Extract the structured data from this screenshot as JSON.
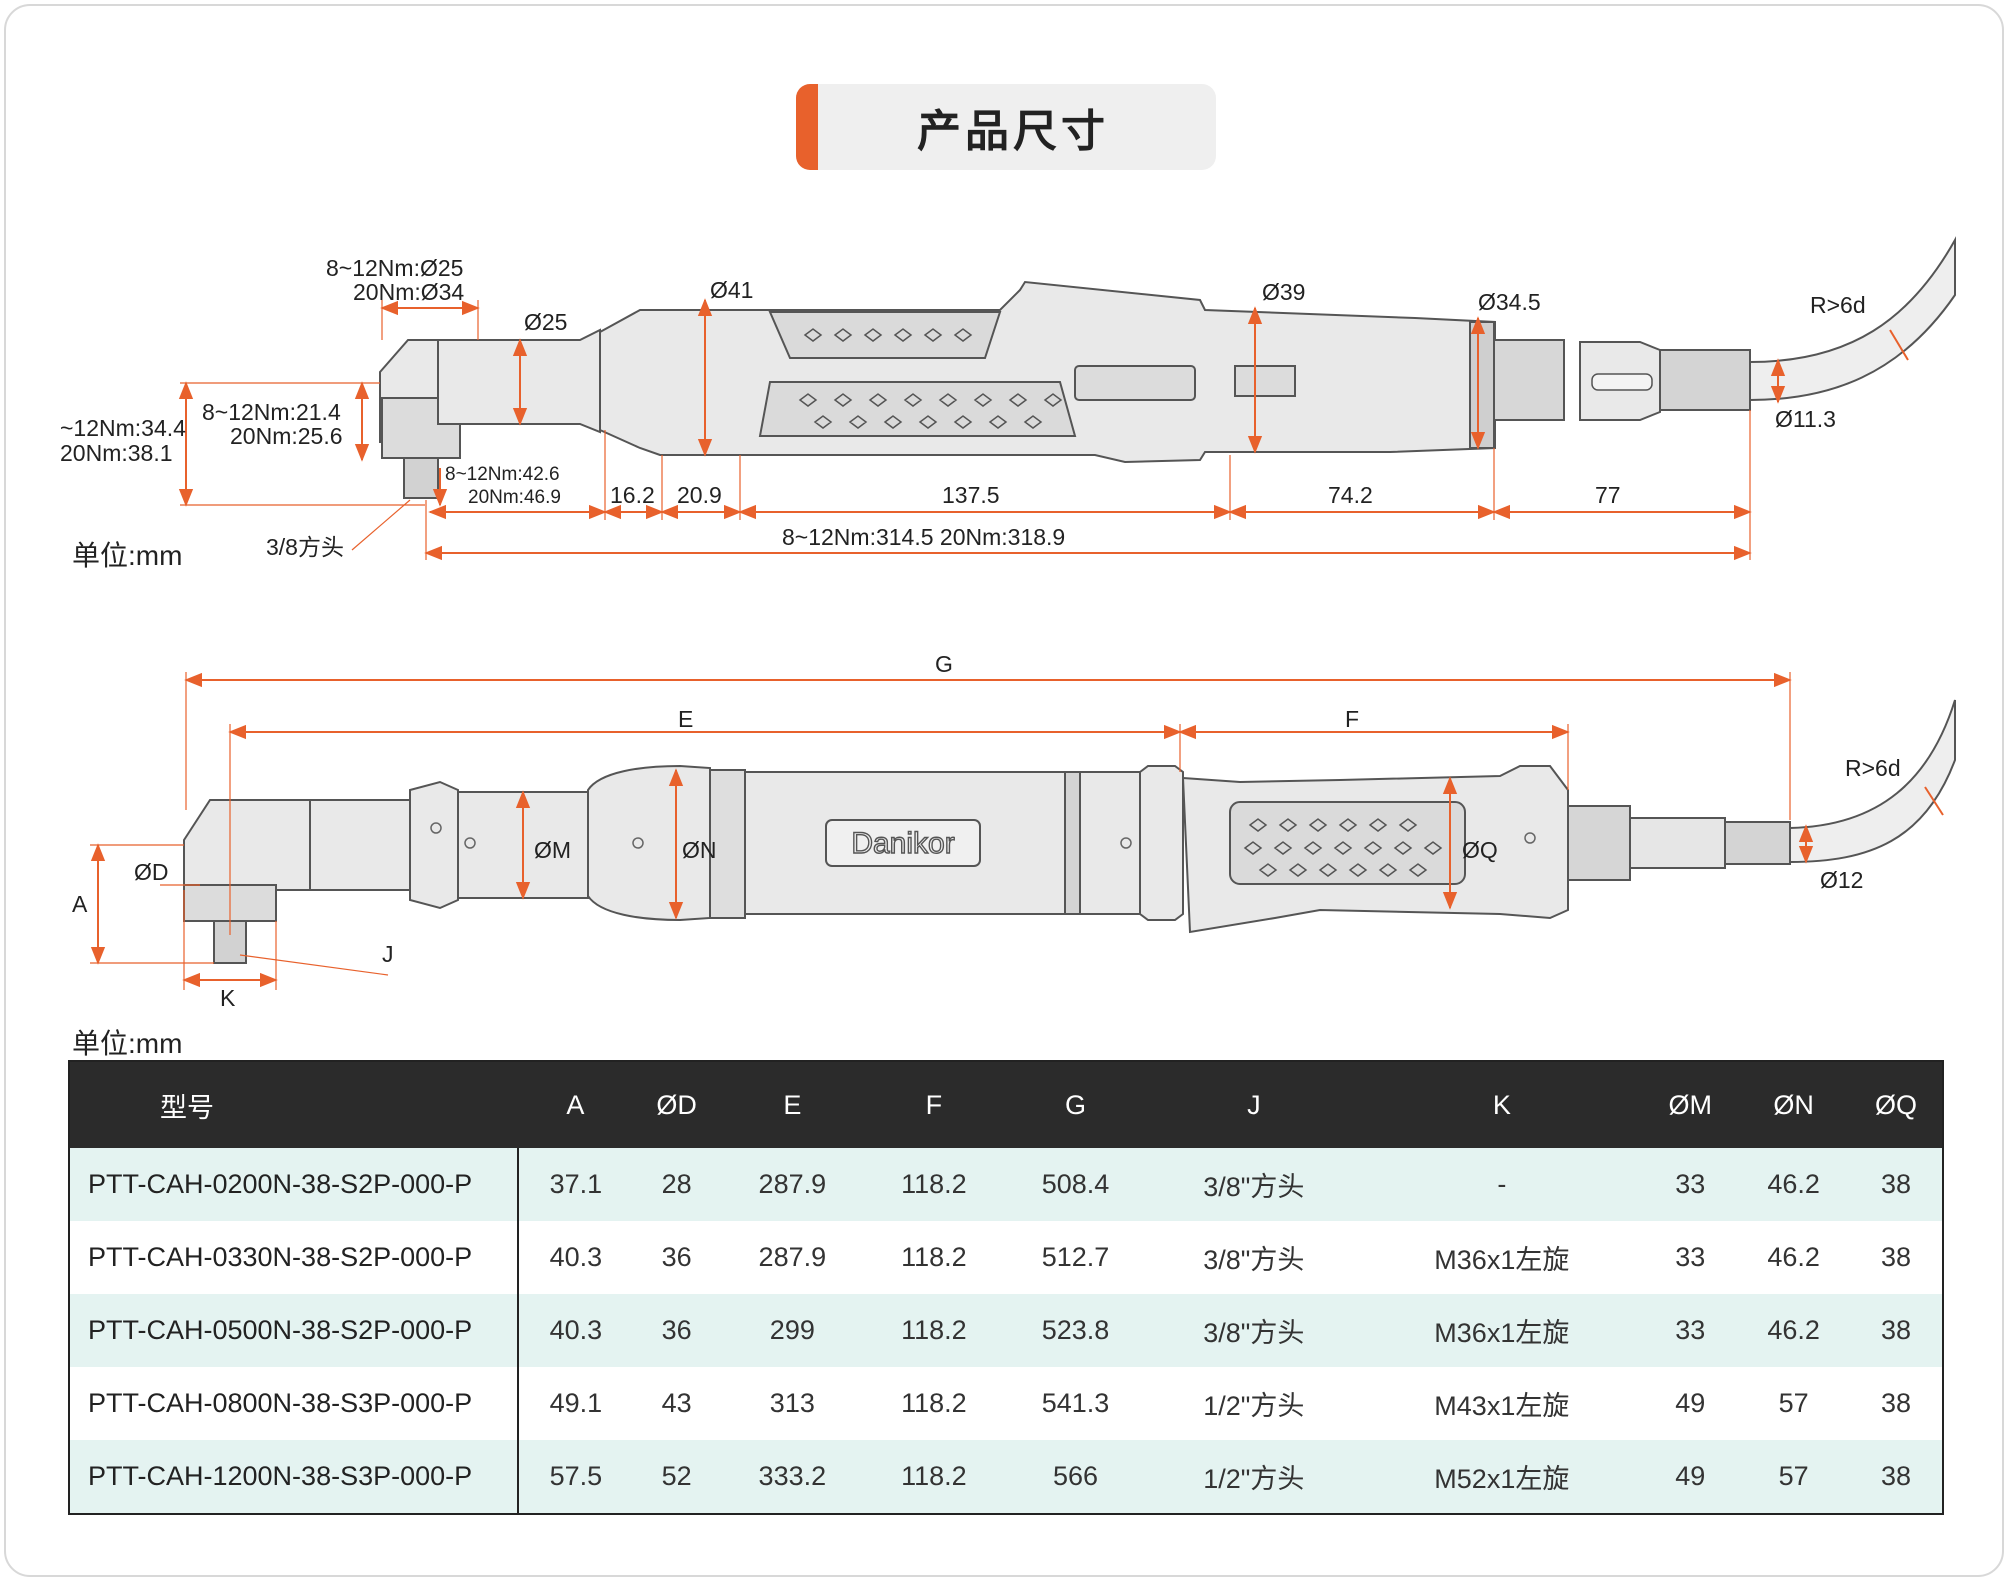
{
  "title": "产品尺寸",
  "unit_label": "单位:mm",
  "brand": "Danikor",
  "drawing_top": {
    "head_dia": [
      "8~12Nm:Ø25",
      "20Nm:Ø34"
    ],
    "d25": "Ø25",
    "d41": "Ø41",
    "d39": "Ø39",
    "d345": "Ø34.5",
    "d113": "Ø11.3",
    "radius": "R>6d",
    "head_h_left": [
      "~12Nm:34.4",
      "20Nm:38.1"
    ],
    "head_h_mid": [
      "8~12Nm:21.4",
      "20Nm:25.6"
    ],
    "head_off": [
      "8~12Nm:42.6",
      "20Nm:46.9"
    ],
    "dim_162": "16.2",
    "dim_209": "20.9",
    "dim_1375": "137.5",
    "dim_742": "74.2",
    "dim_77": "77",
    "total": "8~12Nm:314.5  20Nm:318.9",
    "square": "3/8方头"
  },
  "drawing_bottom": {
    "G": "G",
    "E": "E",
    "F": "F",
    "A": "A",
    "D": "ØD",
    "K": "K",
    "J": "J",
    "M": "ØM",
    "N": "ØN",
    "Q": "ØQ",
    "radius": "R>6d",
    "d12": "Ø12"
  },
  "table": {
    "headers": [
      "型号",
      "A",
      "ØD",
      "E",
      "F",
      "G",
      "J",
      "K",
      "ØM",
      "ØN",
      "ØQ"
    ],
    "rows": [
      [
        "PTT-CAH-0200N-38-S2P-000-P",
        "37.1",
        "28",
        "287.9",
        "118.2",
        "508.4",
        "3/8\"方头",
        "-",
        "33",
        "46.2",
        "38"
      ],
      [
        "PTT-CAH-0330N-38-S2P-000-P",
        "40.3",
        "36",
        "287.9",
        "118.2",
        "512.7",
        "3/8\"方头",
        "M36x1左旋",
        "33",
        "46.2",
        "38"
      ],
      [
        "PTT-CAH-0500N-38-S2P-000-P",
        "40.3",
        "36",
        "299",
        "118.2",
        "523.8",
        "3/8\"方头",
        "M36x1左旋",
        "33",
        "46.2",
        "38"
      ],
      [
        "PTT-CAH-0800N-38-S3P-000-P",
        "49.1",
        "43",
        "313",
        "118.2",
        "541.3",
        "1/2\"方头",
        "M43x1左旋",
        "49",
        "57",
        "38"
      ],
      [
        "PTT-CAH-1200N-38-S3P-000-P",
        "57.5",
        "52",
        "333.2",
        "118.2",
        "566",
        "1/2\"方头",
        "M52x1左旋",
        "49",
        "57",
        "38"
      ]
    ]
  }
}
